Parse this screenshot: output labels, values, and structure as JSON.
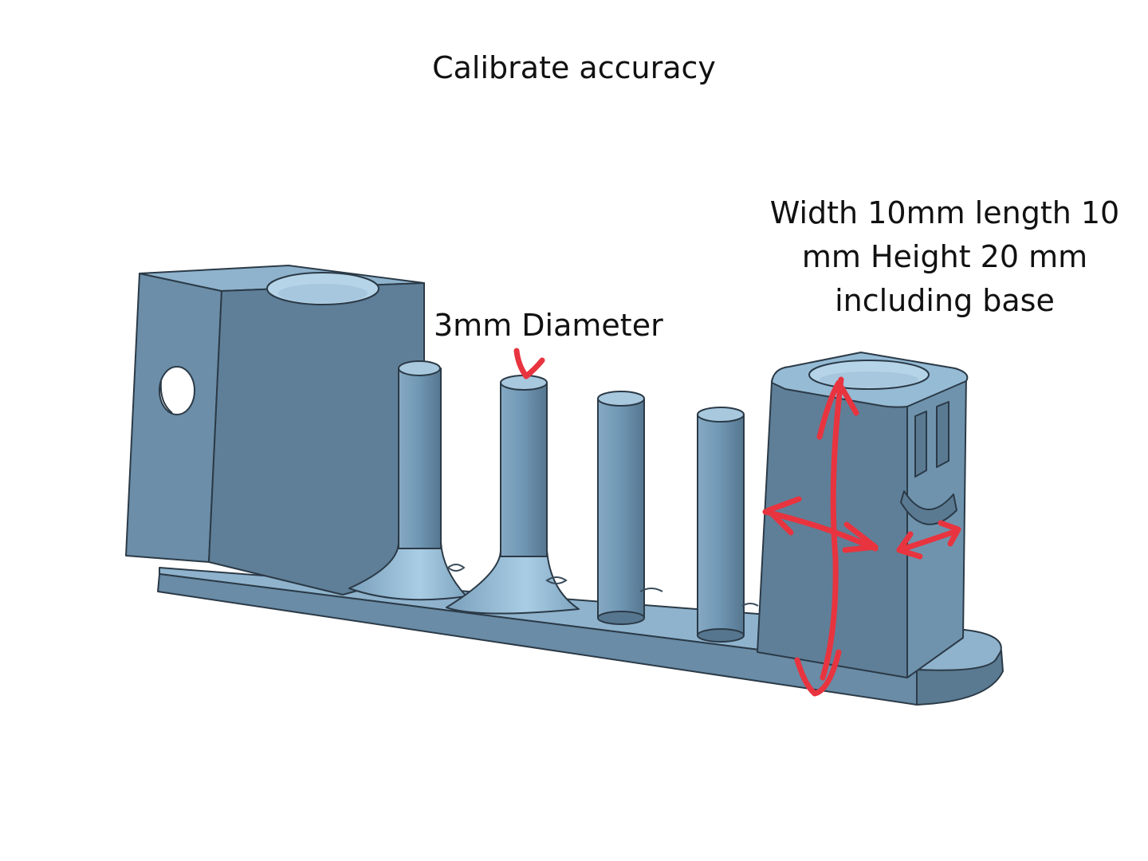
{
  "title": "Calibrate accuracy",
  "annotations": {
    "diameter": "3mm Diameter",
    "dimensions_lines": [
      "Width 10mm length 10",
      "mm Height 20 mm",
      "including base"
    ]
  },
  "colors": {
    "model_face": "#6f93ad",
    "model_front": "#5f7f98",
    "model_top": "#98bdd7",
    "model_edge": "#2b3a47",
    "annotation": "#e8343f"
  }
}
